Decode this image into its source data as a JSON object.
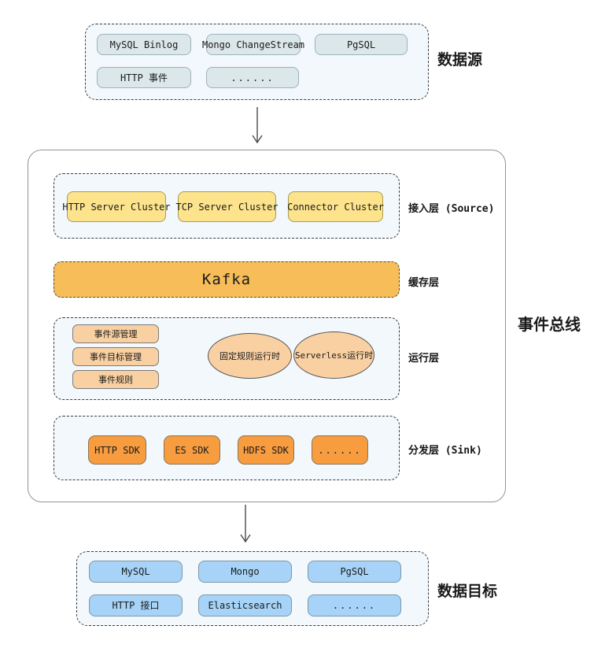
{
  "data_source": {
    "label": "数据源",
    "row1": [
      "MySQL Binlog",
      "Mongo ChangeStream",
      "PgSQL"
    ],
    "row2": [
      "HTTP 事件",
      "......"
    ]
  },
  "event_bus": {
    "label": "事件总线",
    "access_layer": {
      "label": "接入层 (Source)",
      "boxes": [
        "HTTP Server Cluster",
        "TCP Server Cluster",
        "Connector Cluster"
      ]
    },
    "cache_layer": {
      "label": "缓存层",
      "box": "Kafka"
    },
    "runtime_layer": {
      "label": "运行层",
      "boxes": [
        "事件源管理",
        "事件目标管理",
        "事件规则"
      ],
      "ellipses": [
        "固定规则运行时",
        "Serverless运行时"
      ]
    },
    "sink_layer": {
      "label": "分发层 (Sink)",
      "boxes": [
        "HTTP SDK",
        "ES SDK",
        "HDFS SDK",
        "......"
      ]
    }
  },
  "data_target": {
    "label": "数据目标",
    "row1": [
      "MySQL",
      "Mongo",
      "PgSQL"
    ],
    "row2": [
      "HTTP 接口",
      "Elasticsearch",
      "......"
    ]
  },
  "colors": {
    "panel_bg": "#f2f8fc",
    "gray_node": "#dce7ea",
    "yellow_node": "#fce38c",
    "kafka_node": "#f7bd59",
    "peach_node": "#f9d0a2",
    "orange_node": "#f89c40",
    "blue_node": "#a6d3f7"
  }
}
